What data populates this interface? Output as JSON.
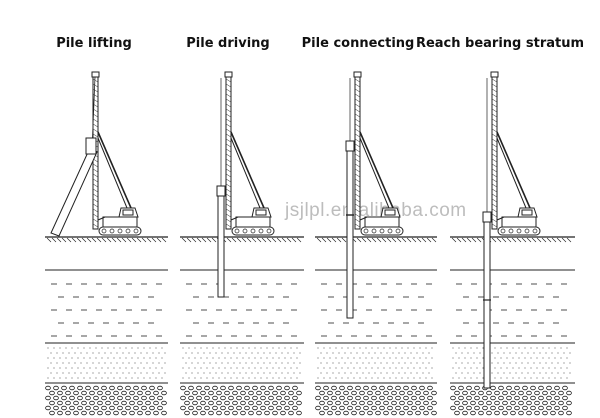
{
  "steps": [
    {
      "id": "pile-lifting",
      "title": "Pile lifting"
    },
    {
      "id": "pile-driving",
      "title": "Pile driving"
    },
    {
      "id": "pile-connecting",
      "title": "Pile connecting"
    },
    {
      "id": "reach-bearing-stratum",
      "title": "Reach bearing stratum"
    }
  ],
  "watermark": "jsjlpl.en.alibaba.com",
  "colors": {
    "line": "#222222",
    "background": "#ffffff",
    "watermark": "#bdbdbd"
  }
}
